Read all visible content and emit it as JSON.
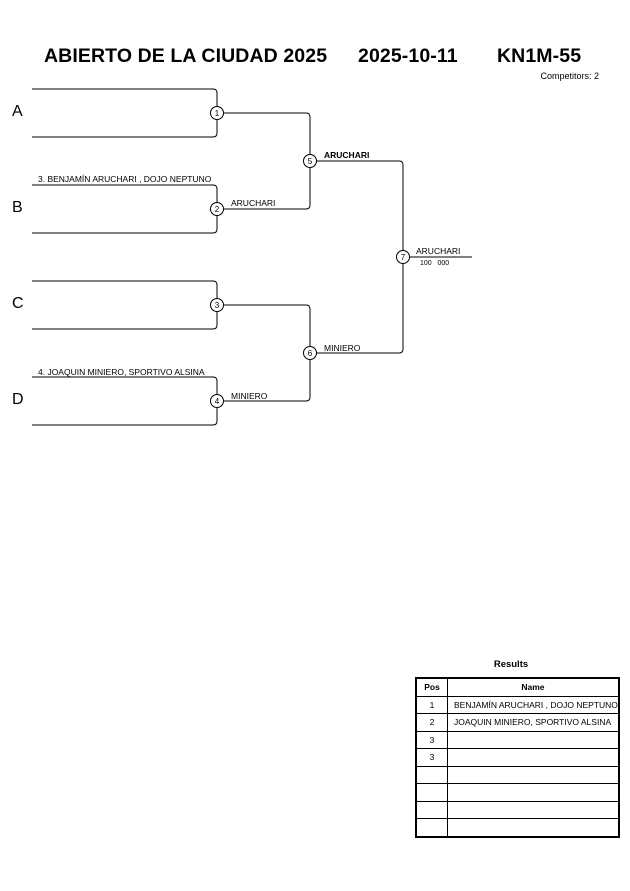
{
  "header": {
    "event": "ABIERTO DE LA CIUDAD 2025",
    "date": "2025-10-11",
    "category": "KN1M-55",
    "competitors": "Competitors: 2"
  },
  "pools": [
    "A",
    "B",
    "C",
    "D"
  ],
  "round1": {
    "entries": [
      "",
      "3. BENJAMÍN ARUCHARI , DOJO NEPTUNO",
      "",
      "4. JOAQUIN MINIERO, SPORTIVO ALSINA"
    ],
    "matches": [
      {
        "num": "1",
        "winner": ""
      },
      {
        "num": "2",
        "winner": "ARUCHARI"
      },
      {
        "num": "3",
        "winner": ""
      },
      {
        "num": "4",
        "winner": "MINIERO"
      }
    ]
  },
  "round2": {
    "matches": [
      {
        "num": "5",
        "winner": "ARUCHARI"
      },
      {
        "num": "6",
        "winner": "MINIERO"
      }
    ]
  },
  "final": {
    "num": "7",
    "winner": "ARUCHARI",
    "score": "100   000"
  },
  "results": {
    "title": "Results",
    "headers": {
      "pos": "Pos",
      "name": "Name"
    },
    "rows": [
      {
        "pos": "1",
        "name": "BENJAMÍN ARUCHARI , DOJO NEPTUNO"
      },
      {
        "pos": "2",
        "name": "JOAQUIN MINIERO, SPORTIVO ALSINA"
      },
      {
        "pos": "3",
        "name": ""
      },
      {
        "pos": "3",
        "name": ""
      },
      {
        "pos": "",
        "name": ""
      },
      {
        "pos": "",
        "name": ""
      },
      {
        "pos": "",
        "name": ""
      },
      {
        "pos": "",
        "name": ""
      }
    ]
  }
}
